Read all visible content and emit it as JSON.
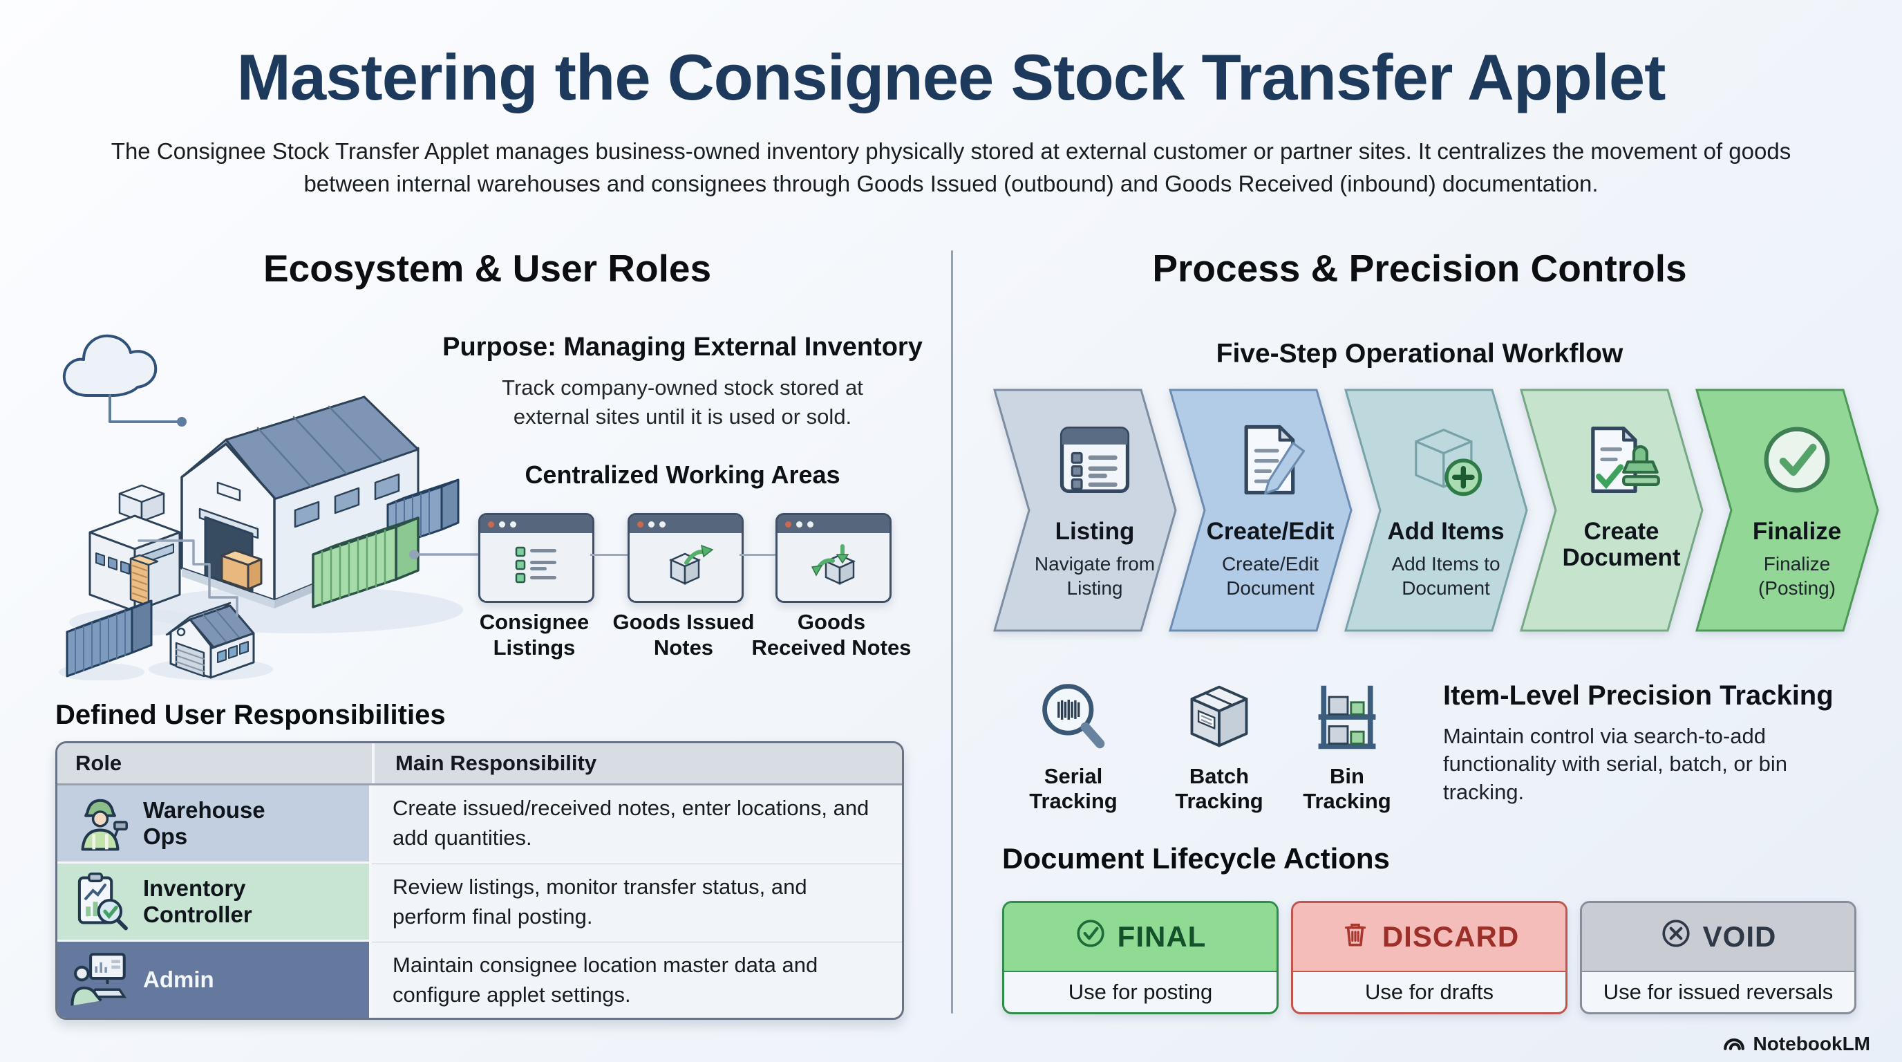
{
  "header": {
    "title": "Mastering the Consignee Stock Transfer Applet",
    "subtitle": "The Consignee Stock Transfer Applet manages business-owned inventory physically stored at external customer or partner sites. It centralizes the movement of goods between internal warehouses and consignees through Goods Issued (outbound) and Goods Received (inbound) documentation."
  },
  "left": {
    "heading": "Ecosystem & User Roles",
    "purpose_heading": "Purpose: Managing External Inventory",
    "purpose_body": "Track company-owned stock stored at external sites until it is used or sold.",
    "working_areas_heading": "Centralized Working Areas",
    "working_area_cards": [
      {
        "label": "Consignee Listings",
        "icon": "listing-window-icon"
      },
      {
        "label": "Goods Issued Notes",
        "icon": "box-arrow-out-icon"
      },
      {
        "label": "Goods Received Notes",
        "icon": "box-arrow-in-icon"
      }
    ],
    "responsibilities_heading": "Defined User Responsibilities",
    "table": {
      "col_role": "Role",
      "col_responsibility": "Main Responsibility",
      "rows": [
        {
          "role": "Warehouse Ops",
          "icon": "warehouse-worker-icon",
          "row_color": "#c2cfe0",
          "responsibility": "Create issued/received notes, enter locations, and add quantities."
        },
        {
          "role": "Inventory Controller",
          "icon": "clipboard-magnifier-icon",
          "row_color": "#c8e4d2",
          "responsibility": "Review listings, monitor transfer status, and perform final posting."
        },
        {
          "role": "Admin",
          "icon": "admin-computer-icon",
          "row_color": "#64799d",
          "responsibility": "Maintain consignee location master data and configure applet settings."
        }
      ]
    }
  },
  "right": {
    "heading": "Process & Precision Controls",
    "workflow_heading": "Five-Step Operational Workflow",
    "steps": [
      {
        "title": "Listing",
        "subtitle": "Navigate from Listing",
        "fill": "#ccd6e2",
        "border": "#7d8da1",
        "icon": "listing-window-icon"
      },
      {
        "title": "Create/Edit",
        "subtitle": "Create/Edit Document",
        "fill": "#b2cbe6",
        "border": "#6d8cb2",
        "icon": "document-pencil-icon"
      },
      {
        "title": "Add Items",
        "subtitle": "Add Items to Document",
        "fill": "#bed9dd",
        "border": "#77a2a8",
        "icon": "box-plus-icon"
      },
      {
        "title": "Create Document",
        "subtitle": "",
        "fill": "#c6e3cd",
        "border": "#76a884",
        "icon": "document-stamp-icon"
      },
      {
        "title": "Finalize",
        "subtitle": "Finalize (Posting)",
        "fill": "#92d795",
        "border": "#4b9857",
        "icon": "check-circle-icon"
      }
    ],
    "tracking_items": [
      {
        "label": "Serial Tracking",
        "icon": "barcode-magnifier-icon"
      },
      {
        "label": "Batch Tracking",
        "icon": "batch-box-icon"
      },
      {
        "label": "Bin Tracking",
        "icon": "shelf-rack-icon"
      }
    ],
    "tracking_heading": "Item-Level Precision Tracking",
    "tracking_body": "Maintain control via search-to-add functionality with serial, batch, or bin tracking.",
    "lifecycle_heading": "Document Lifecycle Actions",
    "actions": [
      {
        "label": "FINAL",
        "note": "Use for posting",
        "header_bg": "#8fdb94",
        "border": "#2f8c49",
        "text_color": "#14512b",
        "icon": "check-circle-icon"
      },
      {
        "label": "DISCARD",
        "note": "Use for drafts",
        "header_bg": "#f4bdba",
        "border": "#c2554b",
        "text_color": "#9c2f27",
        "icon": "trash-icon"
      },
      {
        "label": "VOID",
        "note": "Use for issued reversals",
        "header_bg": "#c9ccd2",
        "border": "#878e99",
        "text_color": "#2e3847",
        "icon": "x-circle-icon"
      }
    ]
  },
  "footer": {
    "brand": "NotebookLM"
  }
}
